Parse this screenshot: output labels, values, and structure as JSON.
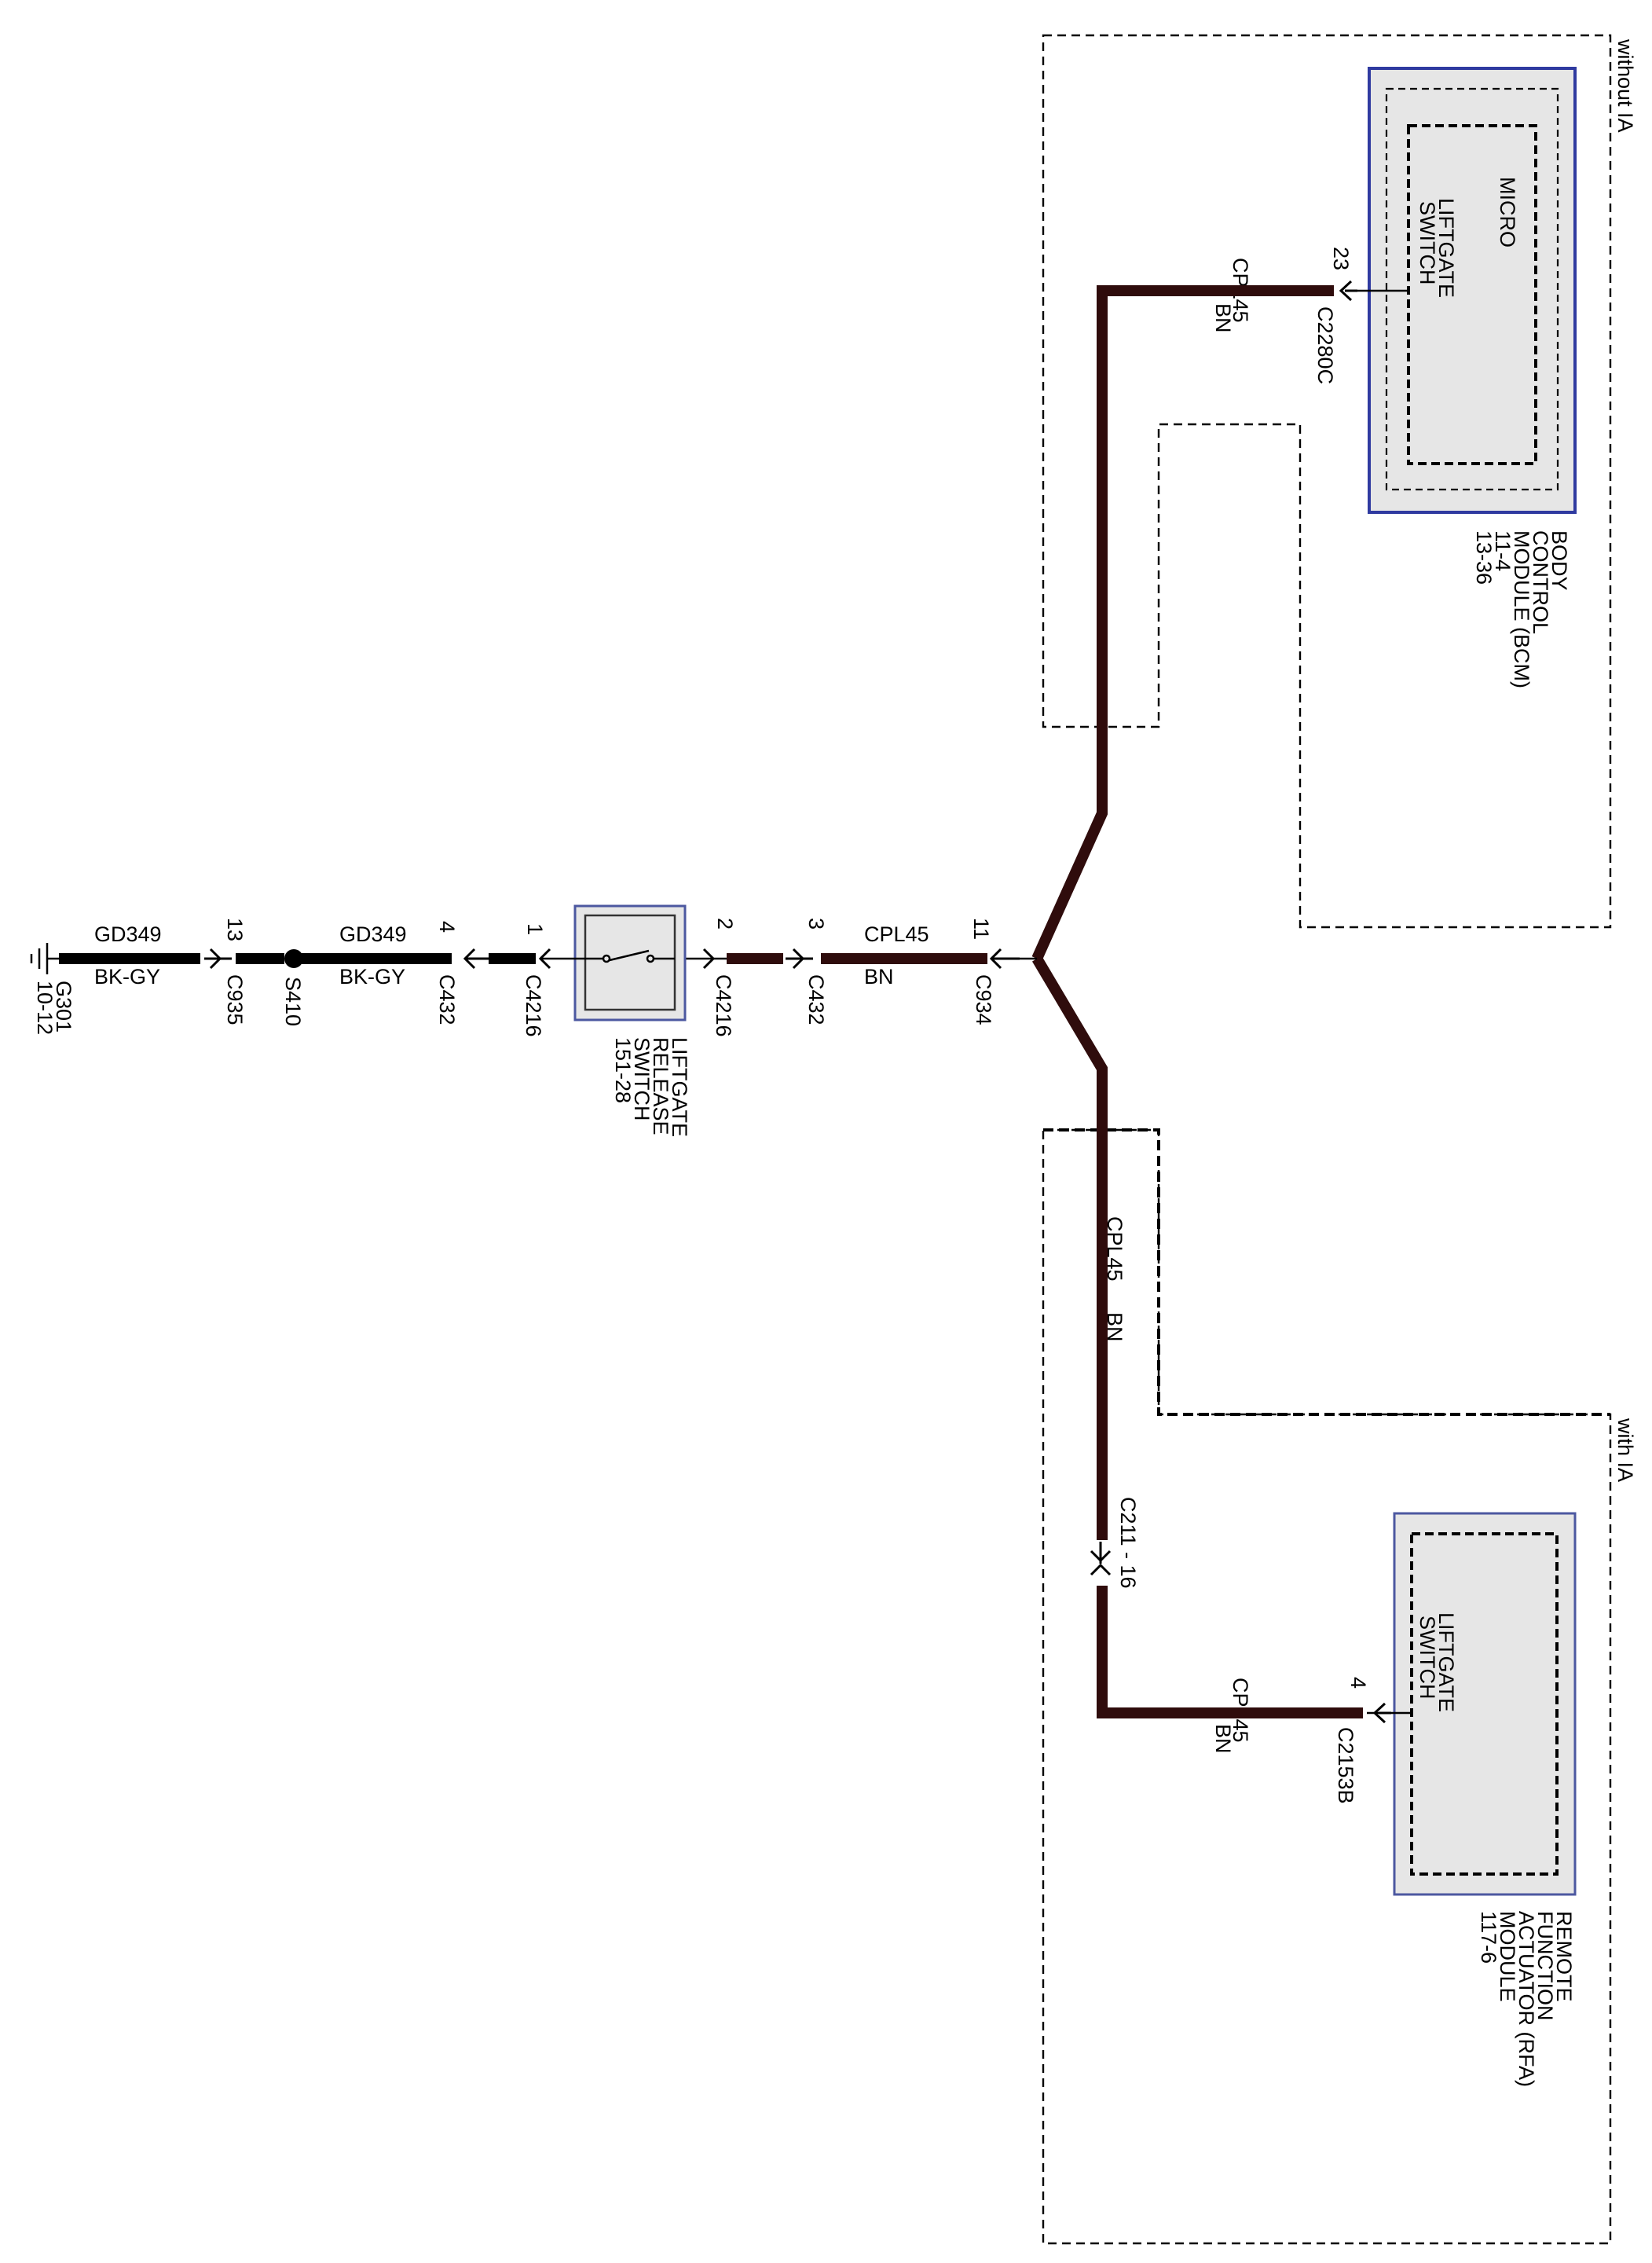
{
  "regions": {
    "top_label": "without IA",
    "bottom_label": "with IA"
  },
  "bcm": {
    "name_lines": [
      "BODY",
      "CONTROL",
      "MODULE (BCM)",
      "11-4",
      "13-36"
    ],
    "inner_lines": [
      "MICRO",
      "LIFTGATE",
      "SWITCH"
    ],
    "pin": "23",
    "connector": "C2280C",
    "wire_circuit": "CPL45",
    "wire_color": "BN"
  },
  "rfa": {
    "name_lines": [
      "REMOTE",
      "FUNCTION",
      "ACTUATOR (RFA)",
      "MODULE",
      "117-6"
    ],
    "inner_lines": [
      "LIFTGATE",
      "SWITCH"
    ],
    "pin": "4",
    "connector": "C2153B",
    "wire_circuit": "CPL45",
    "wire_color": "BN"
  },
  "branch_wire": {
    "circuit": "CPL45",
    "color": "BN",
    "connector": "C211 - 16"
  },
  "trunk": {
    "c934_pin": "11",
    "c934": "C934",
    "circuit": "CPL45",
    "color": "BN",
    "c432_pin": "3",
    "c432": "C432",
    "c4216_pin_out": "2",
    "c4216_out": "C4216"
  },
  "liftgate_release_switch": {
    "name_lines": [
      "LIFTGATE",
      "RELEASE",
      "SWITCH",
      "151-28"
    ]
  },
  "ground_run": {
    "c4216_pin_in": "1",
    "c4216_in": "C4216",
    "c432_pin": "4",
    "c432": "C432",
    "circuit_a": "GD349",
    "color_a": "BK-GY",
    "splice": "S410",
    "c935_pin": "13",
    "c935": "C935",
    "circuit_b": "GD349",
    "color_b": "BK-GY",
    "ground_lines": [
      "G301",
      "10-12"
    ]
  },
  "colors": {
    "wire_brown": "#2f0c0c",
    "wire_black": "#000000",
    "module_fill": "#e6e6e6",
    "module_border": "#2f3aa0"
  }
}
